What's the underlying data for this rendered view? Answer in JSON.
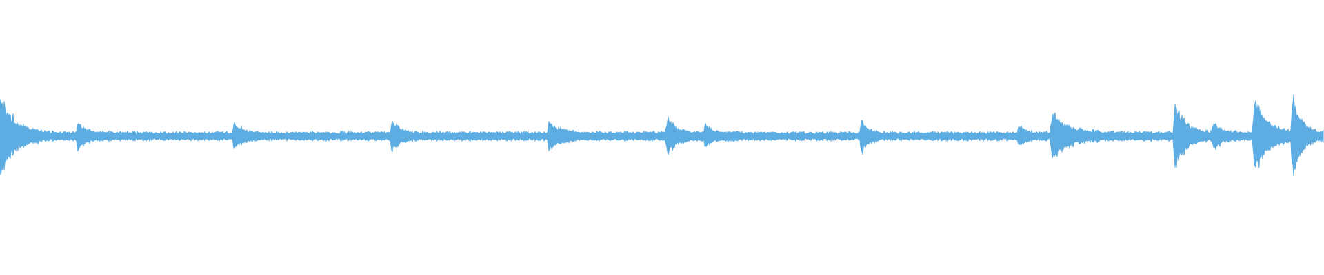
{
  "waveform": {
    "color": "#5dade2",
    "background": "#ffffff",
    "baseline_amplitude": 0.03,
    "transients": [
      {
        "at": 0.0,
        "amplitude": 0.3,
        "decay": 0.01
      },
      {
        "at": 0.059,
        "amplitude": 0.08,
        "decay": 0.006
      },
      {
        "at": 0.177,
        "amplitude": 0.08,
        "decay": 0.006
      },
      {
        "at": 0.296,
        "amplitude": 0.1,
        "decay": 0.006
      },
      {
        "at": 0.415,
        "amplitude": 0.09,
        "decay": 0.008
      },
      {
        "at": 0.504,
        "amplitude": 0.11,
        "decay": 0.008
      },
      {
        "at": 0.533,
        "amplitude": 0.06,
        "decay": 0.006
      },
      {
        "at": 0.651,
        "amplitude": 0.11,
        "decay": 0.005
      },
      {
        "at": 0.77,
        "amplitude": 0.06,
        "decay": 0.005
      },
      {
        "at": 0.795,
        "amplitude": 0.16,
        "decay": 0.012
      },
      {
        "at": 0.888,
        "amplitude": 0.23,
        "decay": 0.008
      },
      {
        "at": 0.917,
        "amplitude": 0.08,
        "decay": 0.006
      },
      {
        "at": 0.948,
        "amplitude": 0.25,
        "decay": 0.01
      },
      {
        "at": 0.977,
        "amplitude": 0.3,
        "decay": 0.006
      }
    ]
  }
}
